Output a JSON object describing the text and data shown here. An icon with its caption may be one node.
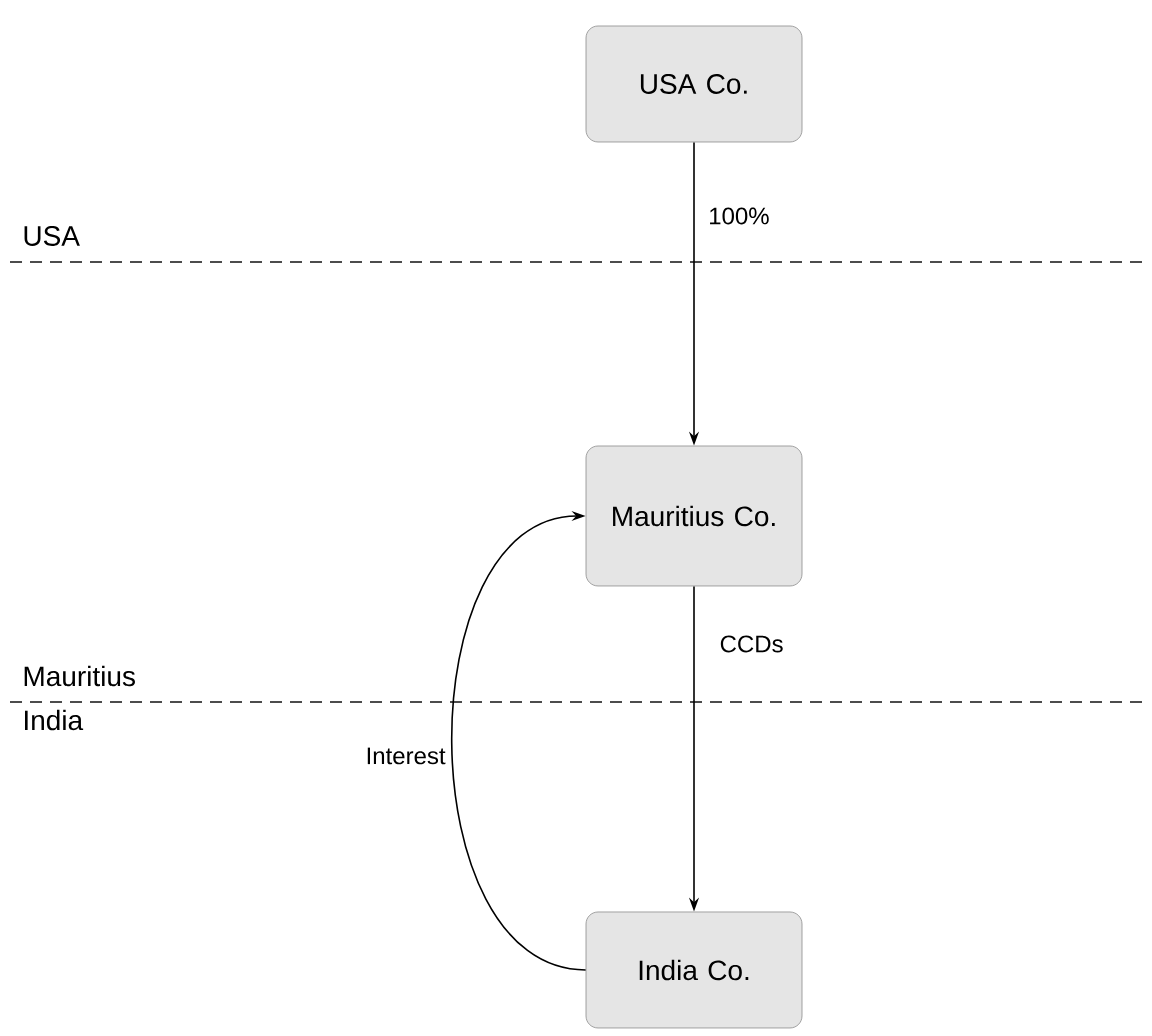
{
  "diagram": {
    "nodes": [
      {
        "text": [
          "USA Co."
        ]
      },
      {
        "text": [
          "Mauritius Co."
        ]
      },
      {
        "text": [
          "India Co."
        ]
      }
    ],
    "edges": [
      {
        "from": 0,
        "to": 1,
        "arrow": "to",
        "label": "100%"
      },
      {
        "from": 1,
        "to": 2,
        "arrow": "to",
        "label": "CCDs"
      },
      {
        "from": 2,
        "to": 1,
        "arrow": "to",
        "label": "Interest"
      }
    ],
    "labels": [
      "USA",
      "Mauritius",
      "India"
    ]
  }
}
